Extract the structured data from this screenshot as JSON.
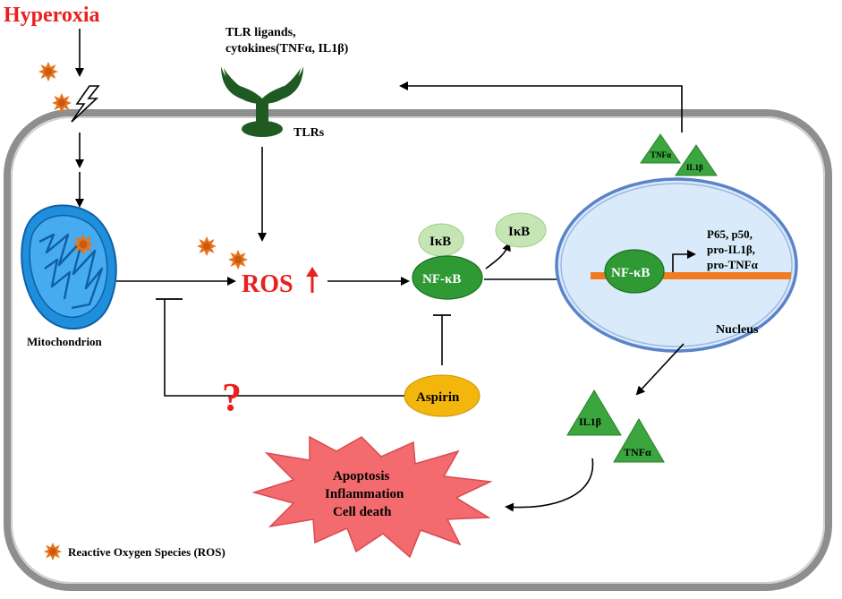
{
  "title": "Hyperoxia",
  "labels": {
    "tlr_ligands_line1": "TLR ligands,",
    "tlr_ligands_line2": "cytokines(TNFα, IL1β)",
    "tlrs": "TLRs",
    "mitochondrion": "Mitochondrion",
    "ros": "ROS",
    "ikb": "IκB",
    "nfkb": "NF-κB",
    "ikb_released": "IκB",
    "nfkb_nuclear": "NF-κB",
    "genes_line1": "P65, p50,",
    "genes_line2": "pro-IL1β,",
    "genes_line3": "pro-TNFα",
    "nucleus": "Nucleus",
    "question_mark": "?",
    "aspirin": "Aspirin",
    "tnfa_small": "TNFα",
    "il1b_small": "IL1β",
    "il1b_large": "IL1β",
    "tnfa_large": "TNFα",
    "outcome_line1": "Apoptosis",
    "outcome_line2": "Inflammation",
    "outcome_line3": "Cell death",
    "legend": "Reactive Oxygen Species (ROS)"
  },
  "colors": {
    "title_red": "#e8201e",
    "ros_orange": "#e7731c",
    "receptor_green": "#1f5a22",
    "nfkb_green": "#2f9a34",
    "ikb_light_green": "#c6e5b5",
    "cytokine_green": "#3aa63d",
    "nucleus_fill": "#d9ebfa",
    "nucleus_border": "#5a83c9",
    "dna_orange": "#f07b20",
    "aspirin_yellow": "#f3b60c",
    "mito_blue": "#1f8fdc",
    "burst_red": "#f36b6e",
    "cell_border": "#8a8a8a"
  },
  "icons": {
    "ros_particle": "orange-starburst-icon",
    "stimulus": "lightning-bolt-icon",
    "receptor": "y-shaped-receptor-icon",
    "increase": "up-arrow-icon"
  }
}
